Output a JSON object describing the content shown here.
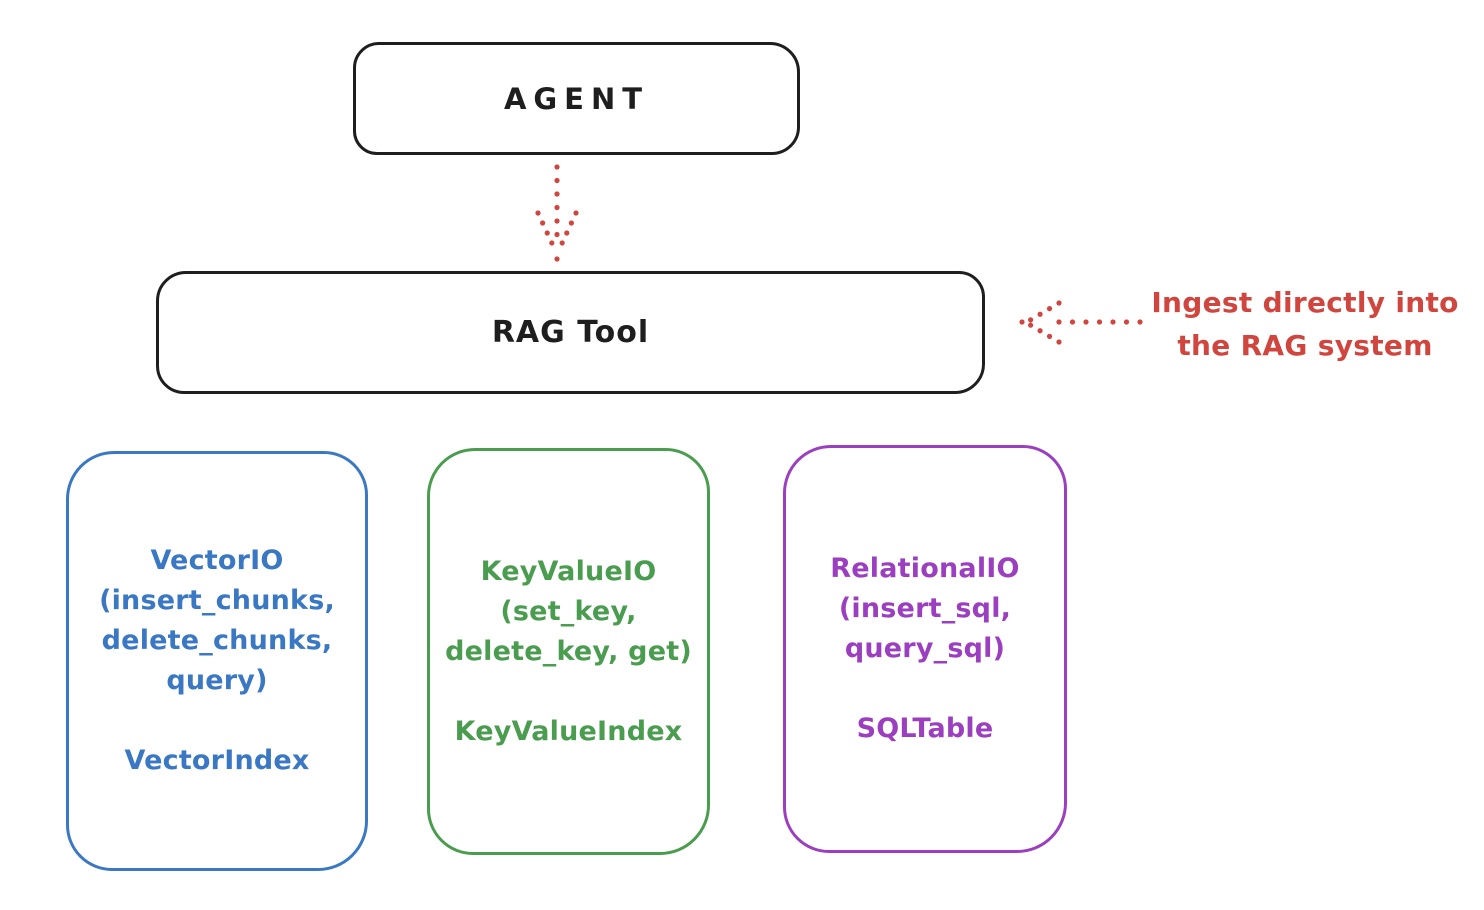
{
  "agent": {
    "label": "AGENT"
  },
  "rag_tool": {
    "label": "RAG Tool"
  },
  "annotation": {
    "line1": "Ingest directly into",
    "line2": "the RAG system"
  },
  "arrows": {
    "agent_to_rag": "red-dotted-down-arrow",
    "ingest_to_rag": "red-dotted-left-arrow"
  },
  "colors": {
    "background": "#ffffff",
    "ink": "#1e1e1e",
    "red": "#d0453e",
    "blue": "#3b78c4",
    "green": "#4a9c4f",
    "purple": "#9b3fc0"
  },
  "backends": [
    {
      "title": "VectorIO",
      "method_lines": [
        "(insert_chunks,",
        "delete_chunks,",
        "query)"
      ],
      "index": "VectorIndex",
      "color": "#3b78c4"
    },
    {
      "title": "KeyValueIO",
      "method_lines": [
        "(set_key,",
        "delete_key, get)"
      ],
      "index": "KeyValueIndex",
      "color": "#4a9c4f"
    },
    {
      "title": "RelationalIO",
      "method_lines": [
        "(insert_sql,",
        "query_sql)"
      ],
      "index": "SQLTable",
      "color": "#9b3fc0"
    }
  ]
}
